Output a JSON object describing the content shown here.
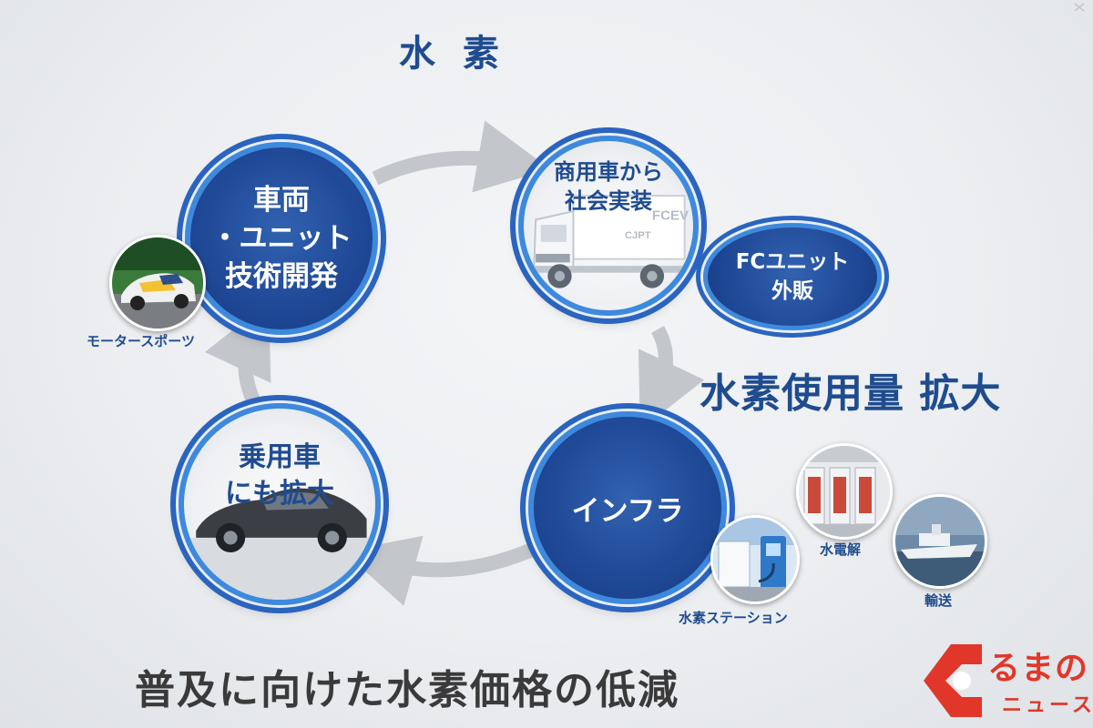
{
  "title": "水 素",
  "nodes": {
    "vehicle_dev": [
      "車両",
      "・ユニット",
      "技術開発"
    ],
    "commercial": [
      "商用車から",
      "社会実装"
    ],
    "infra": "インフラ",
    "passenger": [
      "乗用車",
      "にも拡大"
    ],
    "fc_unit": [
      "FCユニット",
      "外販"
    ]
  },
  "truck_badges": {
    "fcev": "FCEV",
    "cjpt": "CJPT"
  },
  "captions": {
    "motorsports": "モータースポーツ",
    "station": "水素ステーション",
    "electrolysis": "水電解",
    "transport": "輸送"
  },
  "headline_right": "水素使用量 拡大",
  "headline_bottom": "普及に向けた水素価格の低減",
  "logo": {
    "main": "るまの",
    "sub": "ニュース"
  },
  "colors": {
    "primary_blue": "#1f4c8f",
    "ring_blue": "#3d89dd",
    "arrow_gray": "#c3c6ca",
    "logo_red": "#e0372a"
  }
}
